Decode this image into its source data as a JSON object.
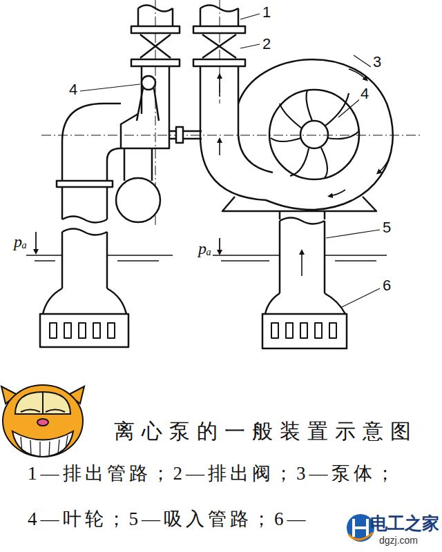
{
  "diagram": {
    "caption": "离心泵的一般装置示意图",
    "labels": [
      "1",
      "2",
      "3",
      "4",
      "4",
      "5",
      "6",
      "pₐ",
      "pₐ",
      "1—排出管路；2—排出阀；3—泵体；",
      "4—叶轮；5—吸入管路；6—",
      "电工之家",
      "dgzj.com"
    ]
  }
}
